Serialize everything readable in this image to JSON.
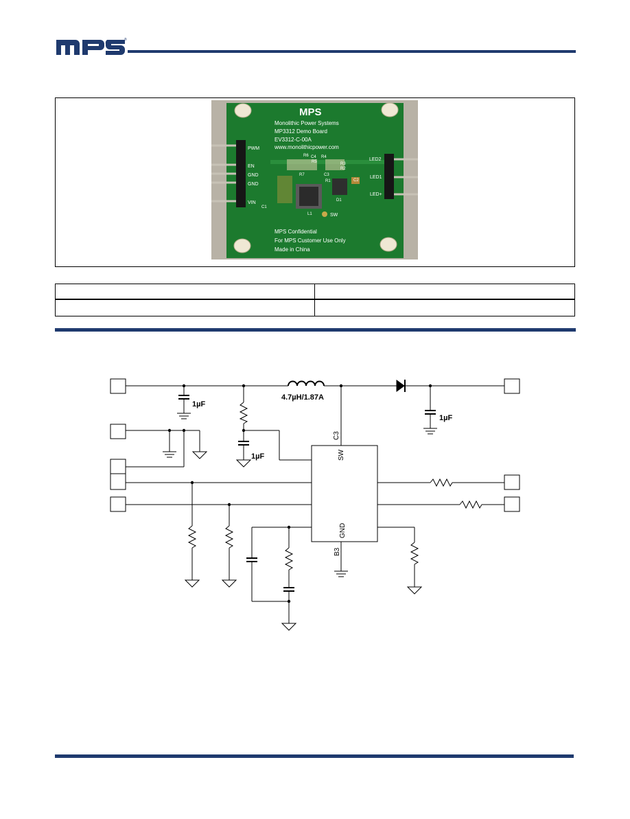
{
  "header": {
    "logo_text": "MPS",
    "accent_color": "#1f3a6e"
  },
  "board_photo": {
    "pcb_color": "#1c7a2e",
    "silk": {
      "brand": "MPS",
      "line1": "Monolithic Power Systems",
      "line2": "MP3312 Demo Board",
      "line3": "EV3312-C-00A",
      "line4": "www.monolithicpower.com",
      "footer1": "MPS Confidential",
      "footer2": "For MPS Customer Use Only",
      "footer3": "Made in China",
      "pin_pwm": "PWM",
      "pin_en": "EN",
      "pin_gnd1": "GND",
      "pin_gnd2": "GND",
      "pin_vin": "VIN",
      "pin_led2": "LED2",
      "pin_led1": "LED1",
      "pin_ledp": "LED+",
      "ref_r6": "R6",
      "ref_c4": "C4",
      "ref_r4": "R4",
      "ref_r5": "R5",
      "ref_r3": "R3",
      "ref_r2": "R2",
      "ref_r7": "R7",
      "ref_c3": "C3",
      "ref_r1": "R1",
      "ref_c2": "C2",
      "ref_l1": "L1",
      "ref_d1": "D1",
      "ref_c1": "C1",
      "ref_sw": "SW"
    }
  },
  "schematic": {
    "inductor_label": "4.7µH/1.87A",
    "c_in_label": "1µF",
    "c_out_label": "1µF",
    "c_vin_label": "1µF",
    "ic_pin_sw": "SW",
    "ic_pin_gnd": "GND",
    "ic_ball_c3": "C3",
    "ic_ball_b3": "B3"
  }
}
